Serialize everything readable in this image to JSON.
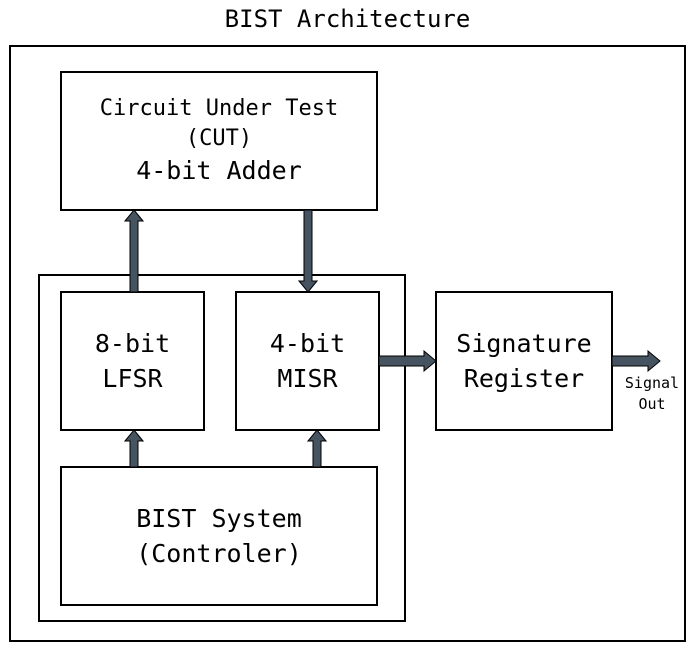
{
  "diagram": {
    "title": "BIST Architecture",
    "cut": {
      "line1": "Circuit Under Test",
      "line2": "(CUT)",
      "line3": "4-bit Adder"
    },
    "lfsr": {
      "line1": "8-bit",
      "line2": "LFSR"
    },
    "misr": {
      "line1": "4-bit",
      "line2": "MISR"
    },
    "signature_register": {
      "line1": "Signature",
      "line2": "Register"
    },
    "controller": {
      "line1": "BIST System",
      "line2": "(Controler)"
    },
    "output": {
      "line1": "Signal",
      "line2": "Out"
    },
    "arrow_color": "#465361"
  }
}
